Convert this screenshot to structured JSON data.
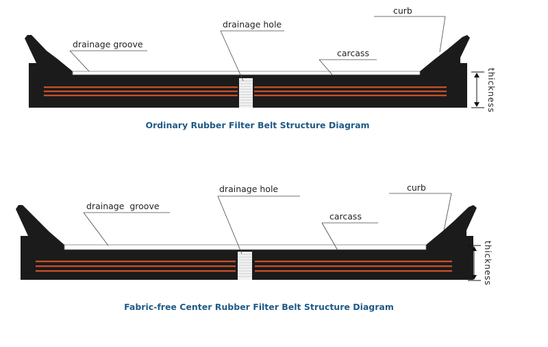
{
  "colors": {
    "belt": "#1b1b1b",
    "carcass": "#c8502a",
    "caption": "#1f5a86"
  },
  "diagrams": [
    {
      "caption": "Ordinary Rubber Filter Belt Structure Diagram",
      "labels": {
        "drainage_groove": "drainage groove",
        "drainage_hole": "drainage hole",
        "carcass": "carcass",
        "curb": "curb",
        "thickness": "thickness"
      }
    },
    {
      "caption": "Fabric-free Center Rubber Filter Belt Structure Diagram",
      "labels": {
        "drainage_groove": "drainage  groove",
        "drainage_hole": "drainage hole",
        "carcass": "carcass",
        "curb": "curb",
        "thickness": "thickness"
      }
    }
  ]
}
